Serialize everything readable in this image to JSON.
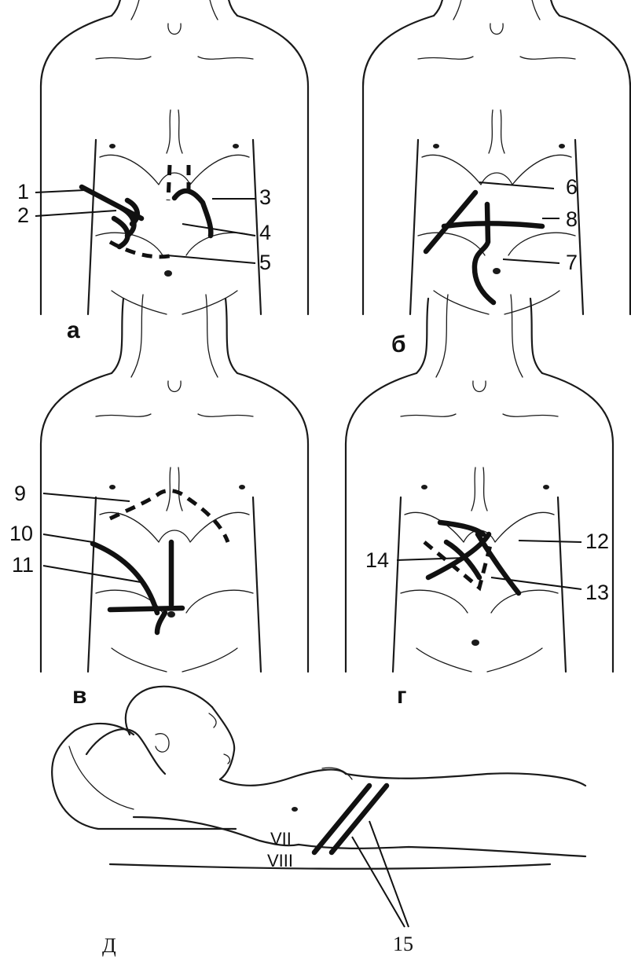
{
  "panels": {
    "a": {
      "letter": "а",
      "labels": [
        "1",
        "2",
        "3",
        "4",
        "5"
      ]
    },
    "b": {
      "letter": "б",
      "labels": [
        "6",
        "8",
        "7"
      ]
    },
    "v": {
      "letter": "в",
      "labels": [
        "9",
        "10",
        "11"
      ]
    },
    "g": {
      "letter": "г",
      "labels": [
        "12",
        "14",
        "13"
      ]
    },
    "d": {
      "letter": "Д",
      "labels": [
        "15"
      ],
      "ribs": [
        "VII",
        "VIII"
      ]
    }
  }
}
